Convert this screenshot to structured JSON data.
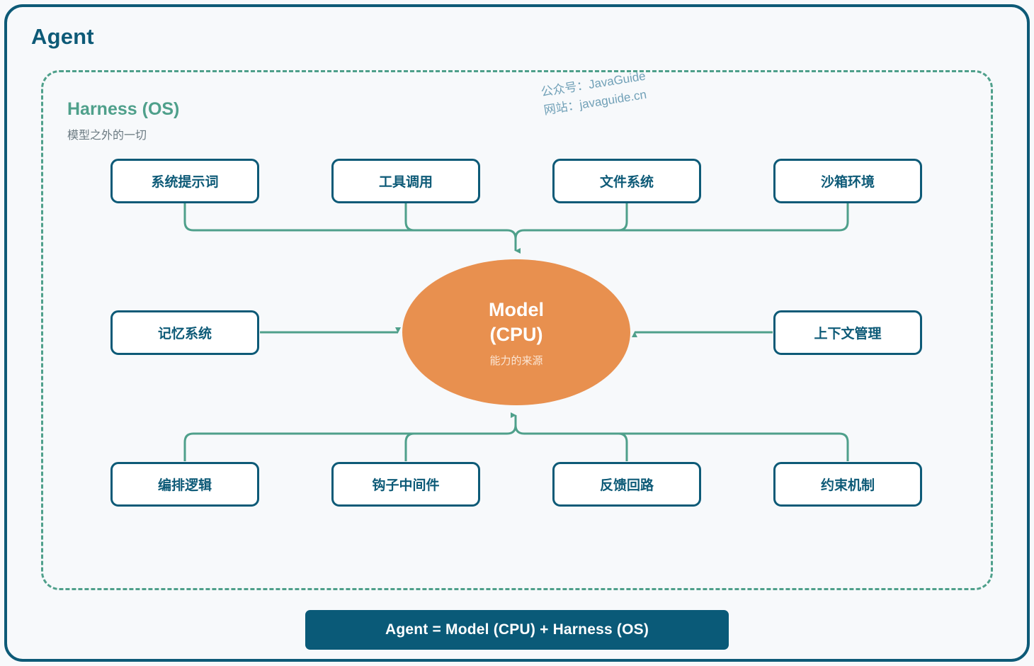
{
  "diagram": {
    "agent_title": "Agent",
    "harness_title": "Harness (OS)",
    "harness_subtitle": "模型之外的一切",
    "banner_label": "Agent = Model (CPU) + Harness (OS)",
    "watermark": {
      "line1": "公众号：JavaGuide",
      "line2": "网站：javaguide.cn"
    },
    "center": {
      "title_line1": "Model",
      "title_line2": "(CPU)",
      "subtitle": "能力的来源"
    },
    "top_nodes": [
      {
        "label": "系统提示词"
      },
      {
        "label": "工具调用"
      },
      {
        "label": "文件系统"
      },
      {
        "label": "沙箱环境"
      }
    ],
    "side_nodes": [
      {
        "label": "记忆系统"
      },
      {
        "label": "上下文管理"
      }
    ],
    "bottom_nodes": [
      {
        "label": "编排逻辑"
      },
      {
        "label": "钩子中间件"
      },
      {
        "label": "反馈回路"
      },
      {
        "label": "约束机制"
      }
    ],
    "colors": {
      "frame": "#0d5a77",
      "node_border": "#0d5a77",
      "node_text": "#0d5a77",
      "harness_dash": "#4fa08b",
      "connector": "#4fa08b",
      "model_fill": "#e8904f",
      "banner_fill": "#0a5a78",
      "page_bg": "#f7f9fb"
    }
  }
}
